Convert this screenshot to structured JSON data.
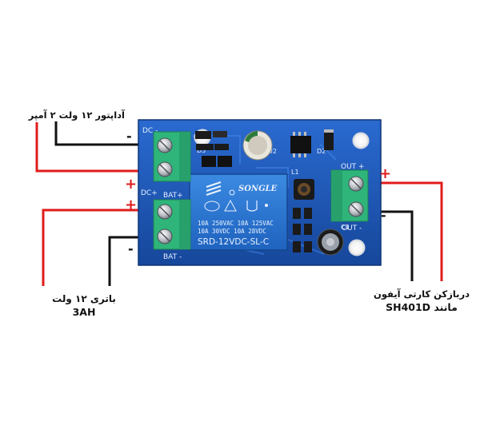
{
  "labels": {
    "adapter": "آداپتور ۱۲ ولت ۲ آمپر",
    "battery_line1": "باتری ۱۲ ولت",
    "battery_line2": "3AH",
    "output_line1": "دربازکن کارتی آیفون",
    "output_line2": "مانند SH401D"
  },
  "board": {
    "pin_dc_minus": "DC -",
    "pin_dc_plus": "DC+",
    "pin_bat_plus": "BAT+",
    "pin_bat_minus": "BAT -",
    "pin_out_plus": "OUT +",
    "pin_out_minus": "OUT -",
    "designators": {
      "d3": "D3",
      "u2": "U2",
      "d2": "D2",
      "l1": "L1",
      "c1": "C1"
    },
    "relay": {
      "brand": "SONGLE",
      "rating_line1": "10A 250VAC  10A 125VAC",
      "rating_line2": "10A  30VDC  10A  28VDC",
      "model": "SRD-12VDC-SL-C"
    }
  },
  "polarity": {
    "dc_minus": "-",
    "dc_plus": "+",
    "bat_plus": "+",
    "bat_minus": "-",
    "out_plus": "+",
    "out_minus": "-"
  },
  "colors": {
    "positive_wire": "#e01c1c",
    "negative_wire": "#111111",
    "pcb": "#1f5fb8",
    "terminal": "#2fb57a",
    "relay": "#2b76d2"
  }
}
